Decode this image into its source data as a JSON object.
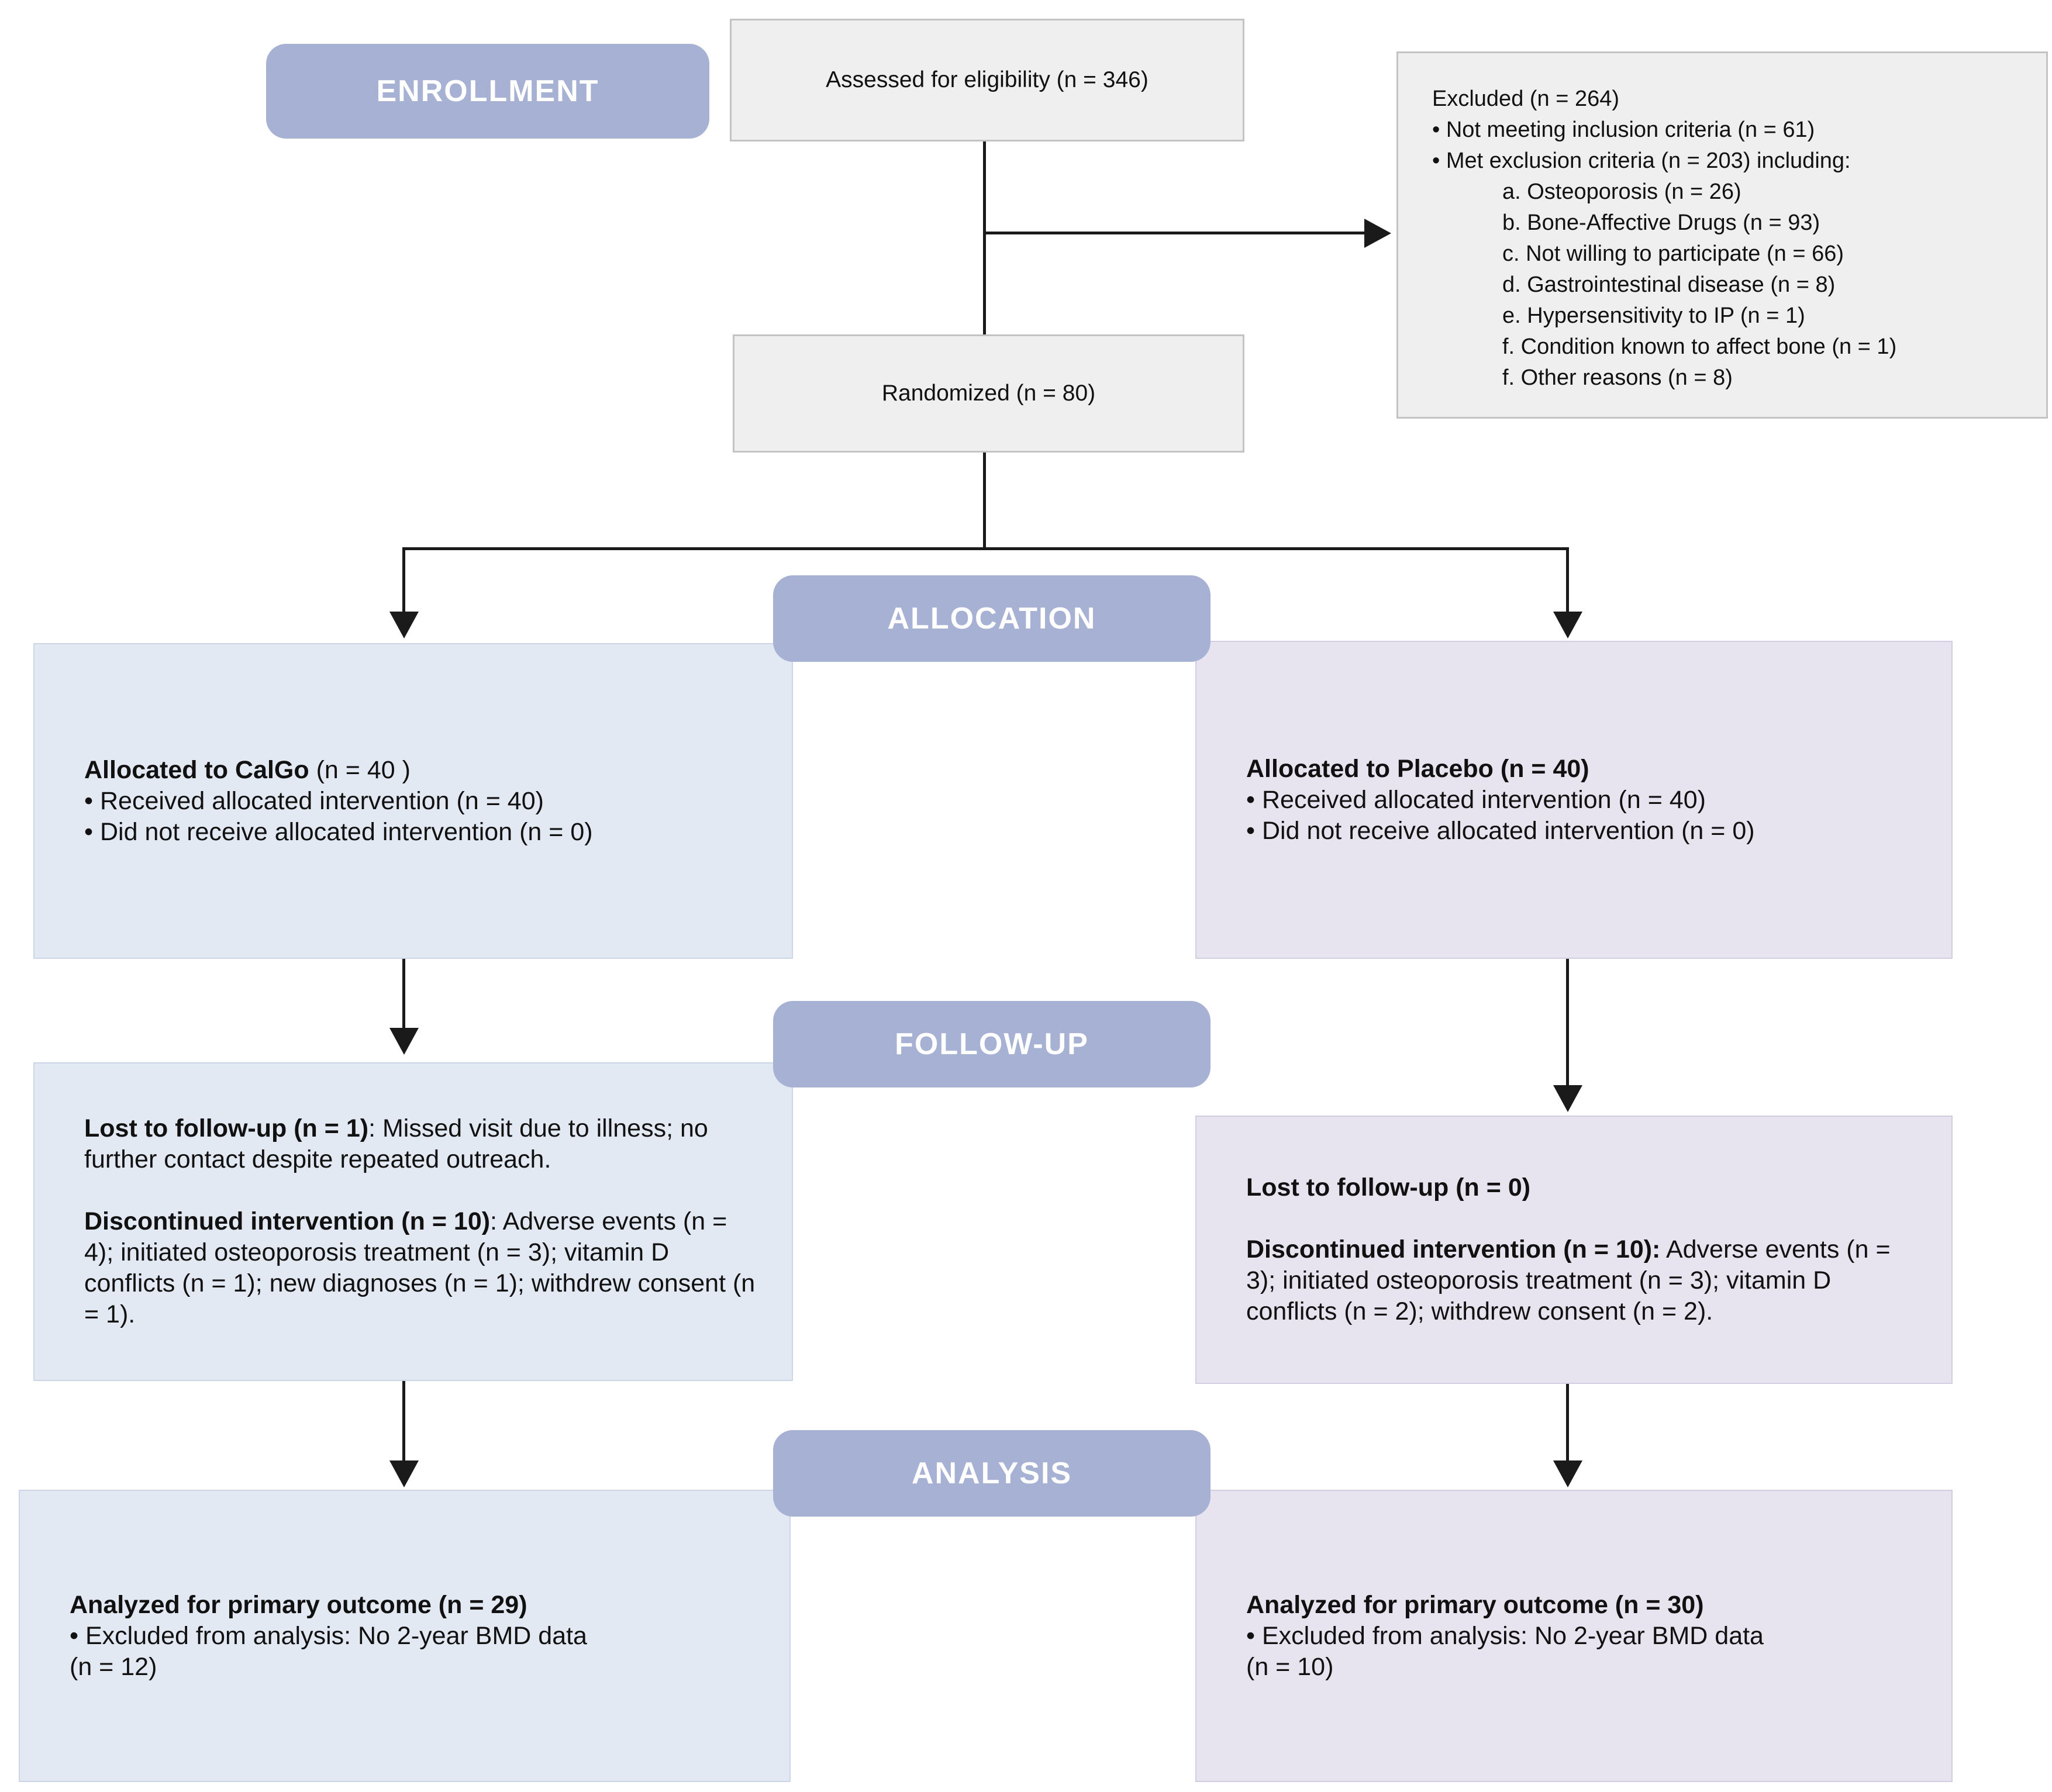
{
  "colors": {
    "badge": "#a6b1d3",
    "badge_text": "#ffffff",
    "box_gray": "#f0efef",
    "box_gray_border": "#c3c3c3",
    "box_left": "#e3e9f3",
    "box_left_border": "#ccd6e5",
    "box_right": "#e7e4ef",
    "box_right_border": "#d2cde0",
    "line": "#1a1a1a",
    "text": "#111111"
  },
  "badges": {
    "enrollment": "ENROLLMENT",
    "allocation": "ALLOCATION",
    "followup": "FOLLOW-UP",
    "analysis": "ANALYSIS"
  },
  "boxes": {
    "assessed": "Assessed for eligibility (n = 346)",
    "randomized": "Randomized (n = 80)",
    "excluded": {
      "lines": [
        "Excluded (n = 264)",
        "• Not meeting inclusion criteria (n = 61)",
        "• Met exclusion criteria (n = 203) including:",
        "a. Osteoporosis (n = 26)",
        "b. Bone-Affective Drugs (n = 93)",
        "c. Not willing to participate (n = 66)",
        "d. Gastrointestinal disease (n = 8)",
        "e. Hypersensitivity to IP (n = 1)",
        "f. Condition known to affect bone (n = 1)",
        "f. Other reasons (n = 8)"
      ]
    },
    "alloc_left": {
      "title_bold": "Allocated to CalGo",
      "title_rest": " (n = 40 )",
      "bullet1": "• Received allocated intervention (n = 40)",
      "bullet2": "• Did not receive allocated intervention (n = 0)"
    },
    "alloc_right": {
      "title_bold": "Allocated to Placebo (n = 40)",
      "title_rest": "",
      "bullet1": "• Received allocated intervention (n = 40)",
      "bullet2": "• Did not receive allocated intervention (n = 0)"
    },
    "fu_left": {
      "lost_bold": "Lost to follow-up (n = 1)",
      "lost_rest": ": Missed visit due to illness; no further contact despite repeated outreach.",
      "disc_bold": "Discontinued intervention (n = 10)",
      "disc_rest": ": Adverse events (n = 4); initiated osteoporosis treatment (n = 3); vitamin D conflicts (n = 1); new diagnoses (n = 1); withdrew consent (n = 1)."
    },
    "fu_right": {
      "lost_bold": "Lost to follow-up (n = 0)",
      "lost_rest": "",
      "disc_bold": "Discontinued intervention (n = 10):",
      "disc_rest": " Adverse events (n = 3); initiated osteoporosis treatment (n = 3); vitamin D conflicts (n = 2); withdrew consent (n = 2)."
    },
    "an_left": {
      "title_bold": "Analyzed for primary outcome (n = 29)",
      "bullet_line1": "• Excluded from analysis: No 2-year BMD data",
      "bullet_line2": "(n = 12)"
    },
    "an_right": {
      "title_bold": "Analyzed for primary outcome (n = 30)",
      "bullet_line1": "• Excluded from analysis: No 2-year BMD data",
      "bullet_line2": "(n = 10)"
    }
  }
}
